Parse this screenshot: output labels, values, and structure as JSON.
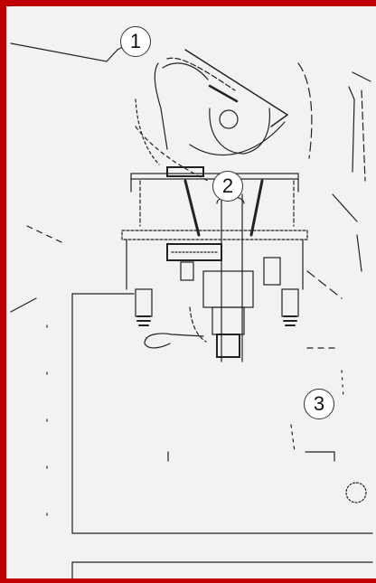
{
  "callouts": [
    {
      "label": "1"
    },
    {
      "label": "2"
    },
    {
      "label": "3"
    }
  ],
  "colors": {
    "frame": "#c00000",
    "background": "#f2f2f2",
    "line": "#222222"
  }
}
